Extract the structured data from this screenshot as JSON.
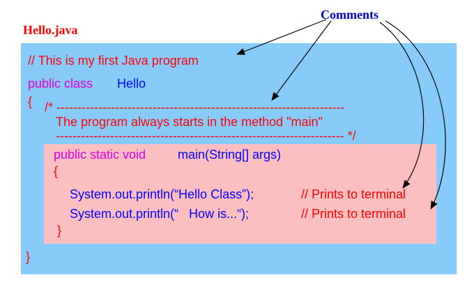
{
  "file_name": "Hello.java",
  "comments_label": "Comments",
  "colors": {
    "class_box": "#87cbfb",
    "method_box": "#fcbfc0",
    "comment_red": "#ff0000",
    "keyword_magenta": "#e000e0",
    "code_blue": "#0000ff",
    "label_blue": "#0000cc",
    "arrow": "#000000"
  },
  "code": {
    "line_comment": "// This is my first Java program",
    "class_keyword": "public class",
    "class_name": "Hello",
    "open_brace": "{",
    "block_comment_start": "/* ---------------------------------------------------------------------",
    "block_comment_text": "The program always starts in the method \"main\"",
    "block_comment_end": "--------------------------------------------------------------------- */",
    "method_keyword": "public static void",
    "method_signature": "main(String[] args)",
    "method_open_brace": "{",
    "statement_1": "System.out.println(“Hello Class”);",
    "comment_1": "// Prints to terminal",
    "statement_2": "System.out.println(“   How is...“);",
    "comment_2": "// Prints to terminal",
    "method_close_brace": "}",
    "close_brace": "}"
  }
}
